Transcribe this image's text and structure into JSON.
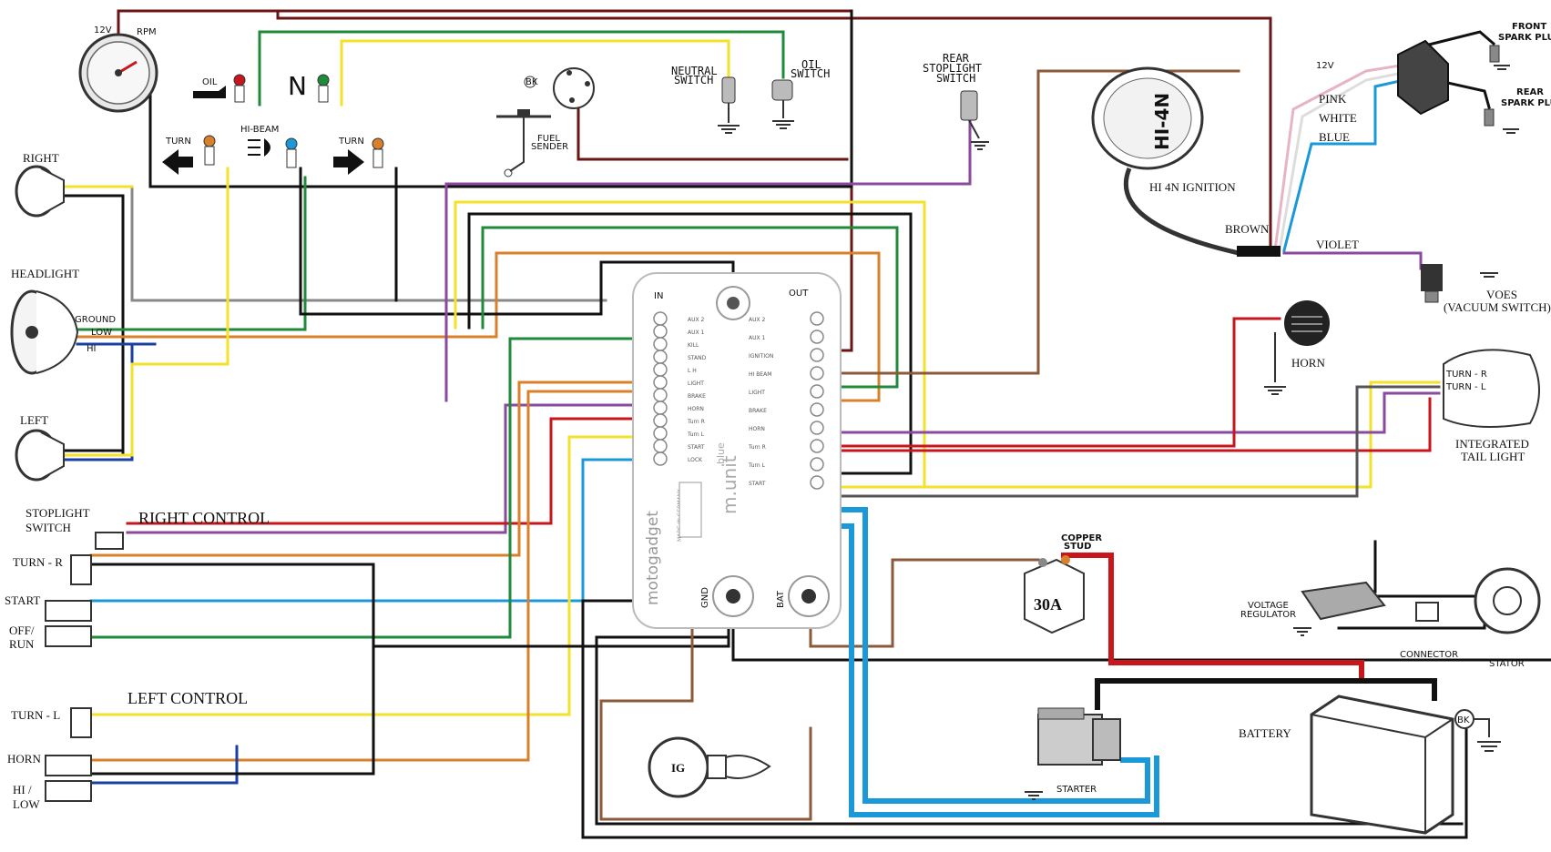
{
  "colors": {
    "black": "#111111",
    "red": "#c8161d",
    "darkred": "#6b1416",
    "yellow": "#f3e12a",
    "green": "#1f8a3a",
    "orange": "#d8802a",
    "blue": "#1b3fa0",
    "cyan": "#1a98d8",
    "violet": "#8a4a9e",
    "brown": "#8a5a3a",
    "pink": "#e8b4c4",
    "tan": "#d4b48a",
    "gray": "#888888",
    "ground_green": "#2a9a2a"
  },
  "labels": {
    "rpm": "RPM",
    "v12": "12V",
    "oil": "OIL",
    "neutral_n": "N",
    "hibeam": "HI-BEAM",
    "turn_left": "TURN",
    "turn_right": "TURN",
    "neutral_switch_1": "NEUTRAL",
    "neutral_switch_2": "SWITCH",
    "oil_switch_1": "OIL",
    "oil_switch_2": "SWITCH",
    "fuel_sender_1": "FUEL",
    "fuel_sender_2": "SENDER",
    "bk": "BK",
    "rear_stop_1": "REAR",
    "rear_stop_2": "STOPLIGHT",
    "rear_stop_3": "SWITCH",
    "right": "RIGHT",
    "headlight": "HEADLIGHT",
    "left": "LEFT",
    "ground": "GROUND",
    "low": "LOW",
    "hi": "HI",
    "stoplight_switch_1": "STOPLIGHT",
    "stoplight_switch_2": "SWITCH",
    "right_control": "RIGHT CONTROL",
    "left_control": "LEFT CONTROL",
    "turn_r": "TURN - R",
    "turn_l": "TURN - L",
    "start": "START",
    "off_run_1": "OFF/",
    "off_run_2": "RUN",
    "horn_ctrl": "HORN",
    "hilow_1": "HI /",
    "hilow_2": "LOW",
    "front_plug_1": "FRONT",
    "front_plug_2": "SPARK PLUG",
    "rear_plug_1": "REAR",
    "rear_plug_2": "SPARK PLUG",
    "v12_coil": "12V",
    "pink": "PINK",
    "white": "WHITE",
    "blue": "BLUE",
    "brown": "BROWN",
    "violet": "VIOLET",
    "voes_1": "VOES",
    "voes_2": "(VACUUM SWITCH)",
    "ignition": "HI 4N IGNITION",
    "hi4n": "HI-4N",
    "horn": "HORN",
    "tail_turn_r": "TURN - R",
    "tail_turn_l": "TURN - L",
    "tail_1": "INTEGRATED",
    "tail_2": "TAIL LIGHT",
    "copper_1": "COPPER",
    "copper_2": "STUD",
    "fuse": "30A",
    "volt_reg_1": "VOLTAGE",
    "volt_reg_2": "REGULATOR",
    "connector": "CONNECTOR",
    "stator": "STATOR",
    "battery": "BATTERY",
    "starter": "STARTER",
    "ig": "IG",
    "mu_in": "IN",
    "mu_out": "OUT",
    "mu_gnd": "GND",
    "mu_bat": "BAT",
    "mu_brand": "motogadget",
    "mu_model": "m.unit",
    "mu_blue": "blue",
    "mu_made": "MADE IN GERMANY"
  },
  "munit": {
    "in_pins": [
      "AUX 2",
      "AUX 1",
      "KILL",
      "STAND",
      "L H",
      "LIGHT",
      "BRAKE",
      "HORN",
      "Turn R",
      "Turn L",
      "START",
      "LOCK"
    ],
    "out_pins": [
      "AUX 2",
      "AUX 1",
      "IGNITION",
      "HI BEAM",
      "LIGHT",
      "BRAKE",
      "HORN",
      "Turn R",
      "Turn L",
      "START"
    ]
  }
}
